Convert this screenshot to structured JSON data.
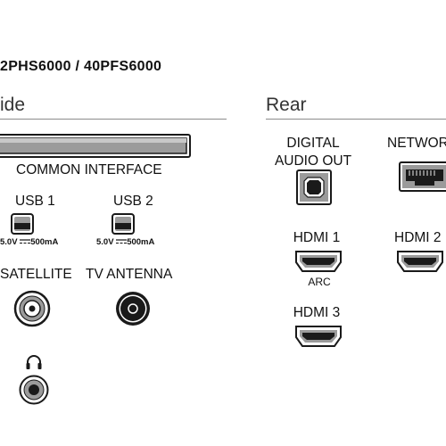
{
  "model": "2PHS6000 / 40PFS6000",
  "side": {
    "heading": "ide",
    "common_interface": "COMMON INTERFACE",
    "usb1": {
      "label": "USB 1",
      "rating_left": "5.0V",
      "rating_right": "500mA"
    },
    "usb2": {
      "label": "USB 2",
      "rating_left": "5.0V",
      "rating_right": "500mA"
    },
    "satellite": "SATELLITE",
    "tv_antenna": "TV ANTENNA",
    "headphone_icon": "headphones-icon"
  },
  "rear": {
    "heading": "Rear",
    "digital_audio_line1": "DIGITAL",
    "digital_audio_line2": "AUDIO OUT",
    "network": "NETWOR",
    "hdmi1": "HDMI 1",
    "hdmi1_sub": "ARC",
    "hdmi2": "HDMI 2",
    "hdmi3": "HDMI 3"
  },
  "colors": {
    "port_dark": "#1a1a1a",
    "port_gray": "#9b9b9b",
    "rule": "#8c8c8c"
  }
}
